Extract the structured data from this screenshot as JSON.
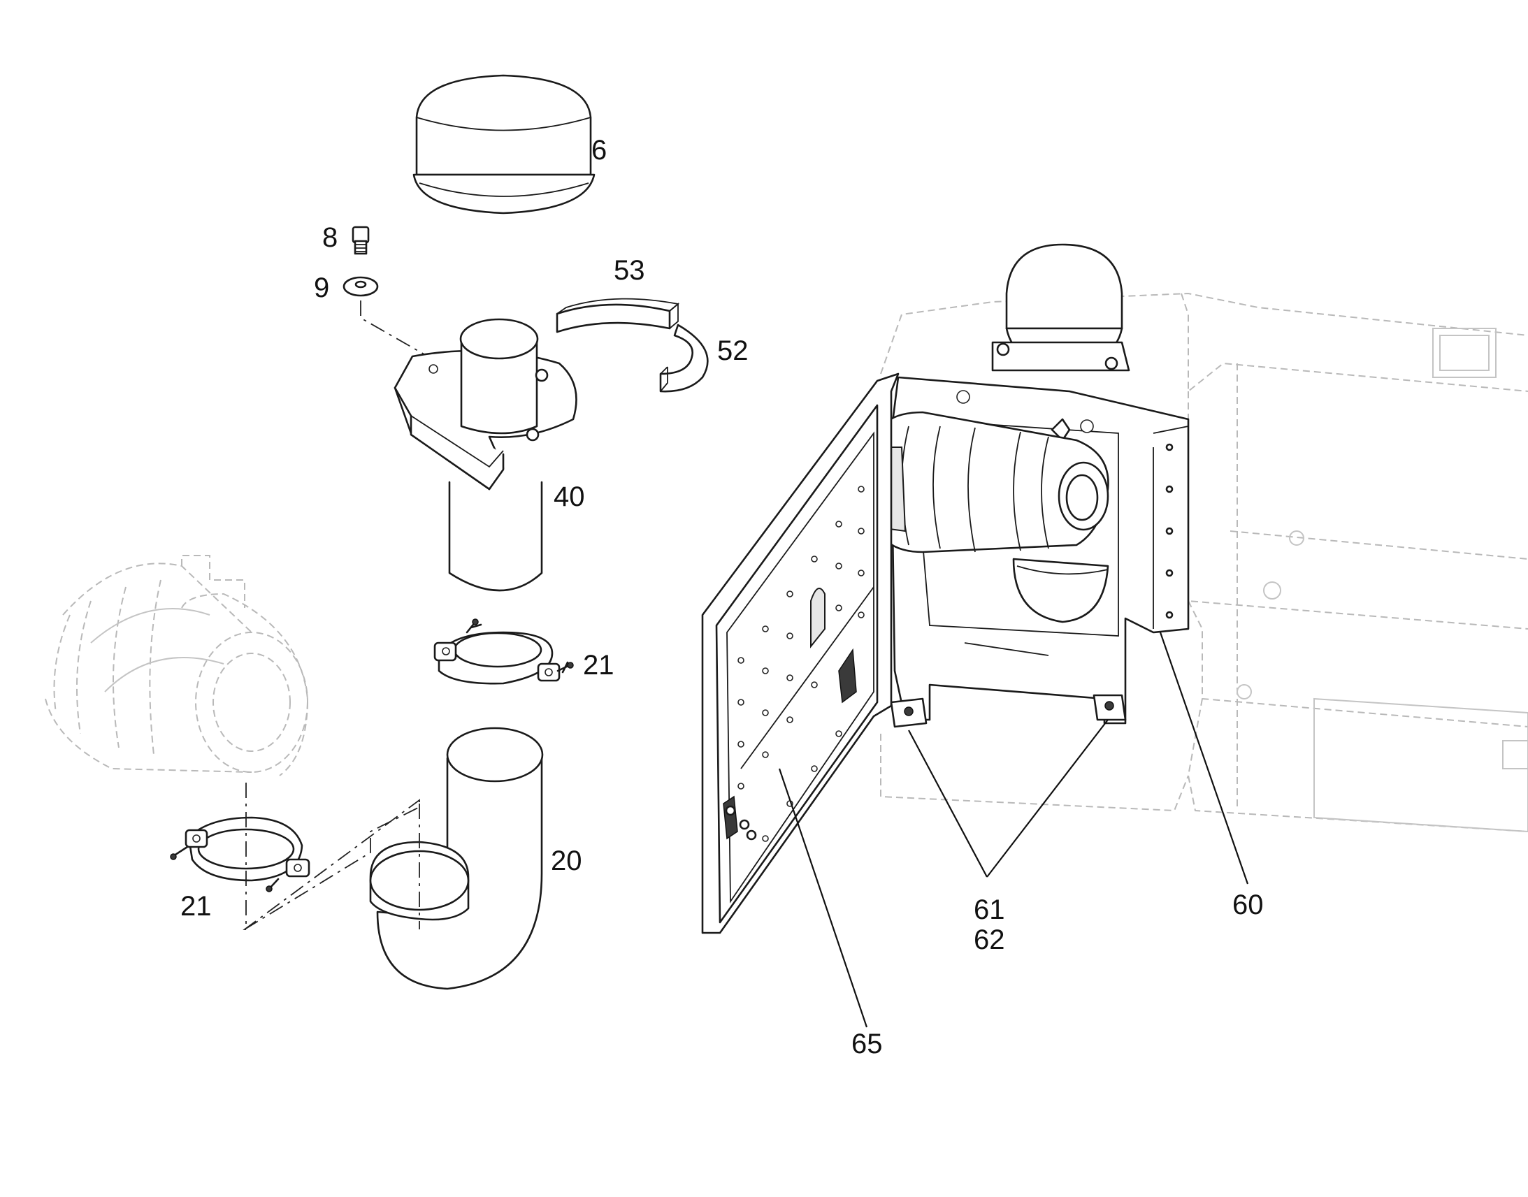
{
  "callouts": {
    "c6": "6",
    "c8": "8",
    "c9": "9",
    "c53": "53",
    "c52": "52",
    "c40": "40",
    "c21_right": "21",
    "c20": "20",
    "c21_left": "21",
    "c61": "61",
    "c62": "62",
    "c60": "60",
    "c65": "65"
  }
}
